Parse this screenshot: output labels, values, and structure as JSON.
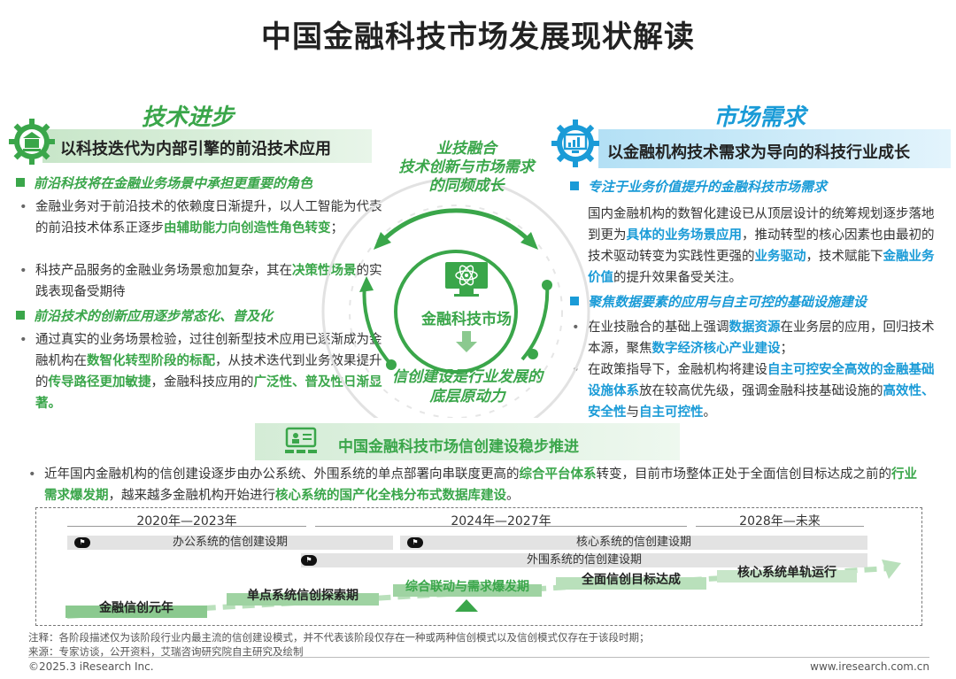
{
  "title": "中国金融科技市场发展现状解读",
  "left": {
    "heading": "技术进步",
    "banner": "以科技迭代为内部引擎的前沿技术应用",
    "sub1": "前沿科技将在金融业务场景中承担更重要的角色",
    "p1_a": "金融业务对于前沿技术的依赖度日渐提升，以人工智能为代表的前沿技术体系正逐步",
    "p1_h": "由辅助能力向创造性角色转变",
    "p1_b": "；",
    "p2_a": "科技产品服务的金融业务场景愈加复杂，其在",
    "p2_h": "决策性场景",
    "p2_b": "的实践表现备受期待",
    "sub2": "前沿技术的创新应用逐步常态化、普及化",
    "p3_a": "通过真实的业务场景检验，过往创新型技术应用已逐渐成为金融机构在",
    "p3_h1": "数智化转型阶段的标配",
    "p3_b": "，从技术迭代到业务效果提升的",
    "p3_h2": "传导路径更加敏捷",
    "p3_c": "，金融科技应用的",
    "p3_h3": "广泛性、普及性日渐显著。"
  },
  "right": {
    "heading": "市场需求",
    "banner": "以金融机构技术需求为导向的科技行业成长",
    "sub1": "专注于业务价值提升的金融科技市场需求",
    "p1_a": "国内金融机构的数智化建设已从顶层设计的统筹规划逐步落地到更为",
    "p1_h1": "具体的业务场景应用",
    "p1_b": "，推动转型的核心因素也由最初的技术驱动转变为实践性更强的",
    "p1_h2": "业务驱动",
    "p1_c": "，技术赋能下",
    "p1_h3": "金融业务价值",
    "p1_d": "的提升效果备受关注。",
    "sub2": "聚焦数据要素的应用与自主可控的基础设施建设",
    "p2_a": "在业技融合的基础上强调",
    "p2_h1": "数据资源",
    "p2_b": "在业务层的应用，回归技术本源，聚焦",
    "p2_h2": "数字经济核心产业建设",
    "p2_c": "；",
    "p3_a": "在政策指导下，金融机构将建设",
    "p3_h1": "自主可控安全高效的金融基础设施体系",
    "p3_b": "放在较高优先级，强调金融科技基础设施的",
    "p3_h2": "高效性、安全性",
    "p3_c": "与",
    "p3_h3": "自主可控性",
    "p3_d": "。"
  },
  "center": {
    "top_label_1": "业技融合",
    "top_label_2": "技术创新与市场需求",
    "top_label_3": "的同频成长",
    "core": "金融科技市场",
    "bottom_label_1": "信创建设是行业发展的",
    "bottom_label_2": "底层原动力"
  },
  "bottom": {
    "banner": "中国金融科技市场信创建设稳步推进",
    "para_a": "近年国内金融机构的信创建设逐步由办公系统、外围系统的单点部署向串联度更高的",
    "para_h1": "综合平台体系",
    "para_b": "转变，目前市场整体正处于全面信创目标达成之前的",
    "para_h2": "行业需求爆发期",
    "para_c": "，越来越多金融机构开始进行",
    "para_h3": "核心系统的国产化全栈分布式数据库建设",
    "para_d": "。"
  },
  "timeline": {
    "periods": [
      "2020年—2023年",
      "2024年—2027年",
      "2028年—未来"
    ],
    "bars": [
      "办公系统的信创建设期",
      "核心系统的信创建设期",
      "外围系统的信创建设期"
    ],
    "steps": [
      "金融信创元年",
      "单点系统信创探索期",
      "综合联动与需求爆发期",
      "全面信创目标达成",
      "核心系统单轨运行"
    ]
  },
  "note": "注释：各阶段描述仅为该阶段行业内最主流的信创建设模式，并不代表该阶段仅存在一种或两种信创模式以及信创模式仅存在于该段时期；",
  "source": "来源：专家访谈，公开资料，艾瑞咨询研究院自主研究及绘制",
  "copyright": "©2025.3 iResearch Inc.",
  "website": "www.iresearch.com.cn",
  "colors": {
    "green": "#3aa64a",
    "blue": "#1a9bd7"
  },
  "icons": [
    "bank-gear-icon",
    "monitor-chart-gear-icon",
    "atom-monitor-icon",
    "down-arrow-icon",
    "people-screen-icon",
    "flag-icon"
  ]
}
